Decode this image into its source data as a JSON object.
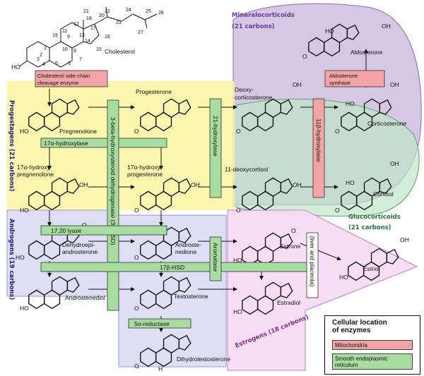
{
  "colors": {
    "mitochondria": "#f4a4a4",
    "smooth_er": "#a8dca0",
    "progestagens_region": "#fbf6a0",
    "androgens_region": "#dcdcf4",
    "estrogens_region": "#f8dcf4",
    "mineralocorticoids_region": "#c8b4dc",
    "glucocorticoids_region": "#bfe6c8"
  },
  "regions": {
    "mineralocorticoids": {
      "title": "Mineralocorticoids",
      "subtitle": "(21 carbons)",
      "color": "#6a3a9a"
    },
    "glucocorticoids": {
      "title": "Glucocorticoids",
      "subtitle": "(21 carbons)",
      "color": "#2a7040"
    },
    "progestagens": {
      "title": "Progestagens (21 carbons)",
      "color": "#1a1a80"
    },
    "androgens": {
      "title": "Androgens (19 carbons)",
      "color": "#1a1a80"
    },
    "estrogens": {
      "title": "Estrogens (18 carbons)",
      "color": "#8a2a8a"
    }
  },
  "compounds": {
    "cholesterol": "Cholesterol",
    "pregnenolone": "Pregnenolone",
    "progesterone": "Progesterone",
    "deoxycorticosterone": [
      "Deoxy-",
      "corticosterone"
    ],
    "corticosterone": "Corticosterone",
    "aldosterone": "Aldosterone",
    "hydroxypregnenolone": [
      "17α-hydroxy",
      "pregnenolone"
    ],
    "hydroxyprogesterone": [
      "17α-hydroxy",
      "progesterone"
    ],
    "deoxycortisol": "11-deoxycortisol",
    "cortisol": "Cortisol",
    "dhea": [
      "Dehydroepi-",
      "androsterone"
    ],
    "androstenedione": [
      "Androste-",
      "nedione"
    ],
    "estrone": "Estrone",
    "estriol": "Estriol",
    "androstenediol": "Androstenediol",
    "testosterone": "Testosterone",
    "estradiol": "Estradiol",
    "dht": "Dihydrotestosterone"
  },
  "enzymes": {
    "side_chain_cleavage": [
      "Cholesterol side-chain",
      "cleavage enzyme"
    ],
    "aldosterone_synthase": [
      "Aldosterone",
      "synthase"
    ],
    "hydroxylase_11b": "11β-hydroxylase",
    "hydroxylase_21": "21-hydroxylase",
    "hydroxylase_17a": "17α-hydroxylase",
    "hsd_3b": "3-beta-hydroxysteroid dehydrogenase (3β-HSD)",
    "lyase_1720": "17,20 lyase",
    "hsd_17b": "17β-HSD",
    "aromatase": "Aromatase",
    "reductase_5a": "5α-reductase",
    "liver_placenta": "(liver and placenta)"
  },
  "cholesterol_numbers": [
    "1",
    "2",
    "3",
    "4",
    "5",
    "6",
    "7",
    "8",
    "9",
    "10",
    "11",
    "12",
    "13",
    "14",
    "15",
    "16",
    "17",
    "18",
    "19",
    "20",
    "21",
    "22",
    "23",
    "24",
    "25",
    "26",
    "27"
  ],
  "atoms": {
    "ho": "HO",
    "o": "O",
    "oh": "OH",
    "h": "H"
  },
  "legend": {
    "title": [
      "Cellular location",
      "of enzymes"
    ],
    "mitochondria": "Mitochondria",
    "smooth_er": [
      "Smooth endoplasmic",
      "reticulum"
    ]
  }
}
